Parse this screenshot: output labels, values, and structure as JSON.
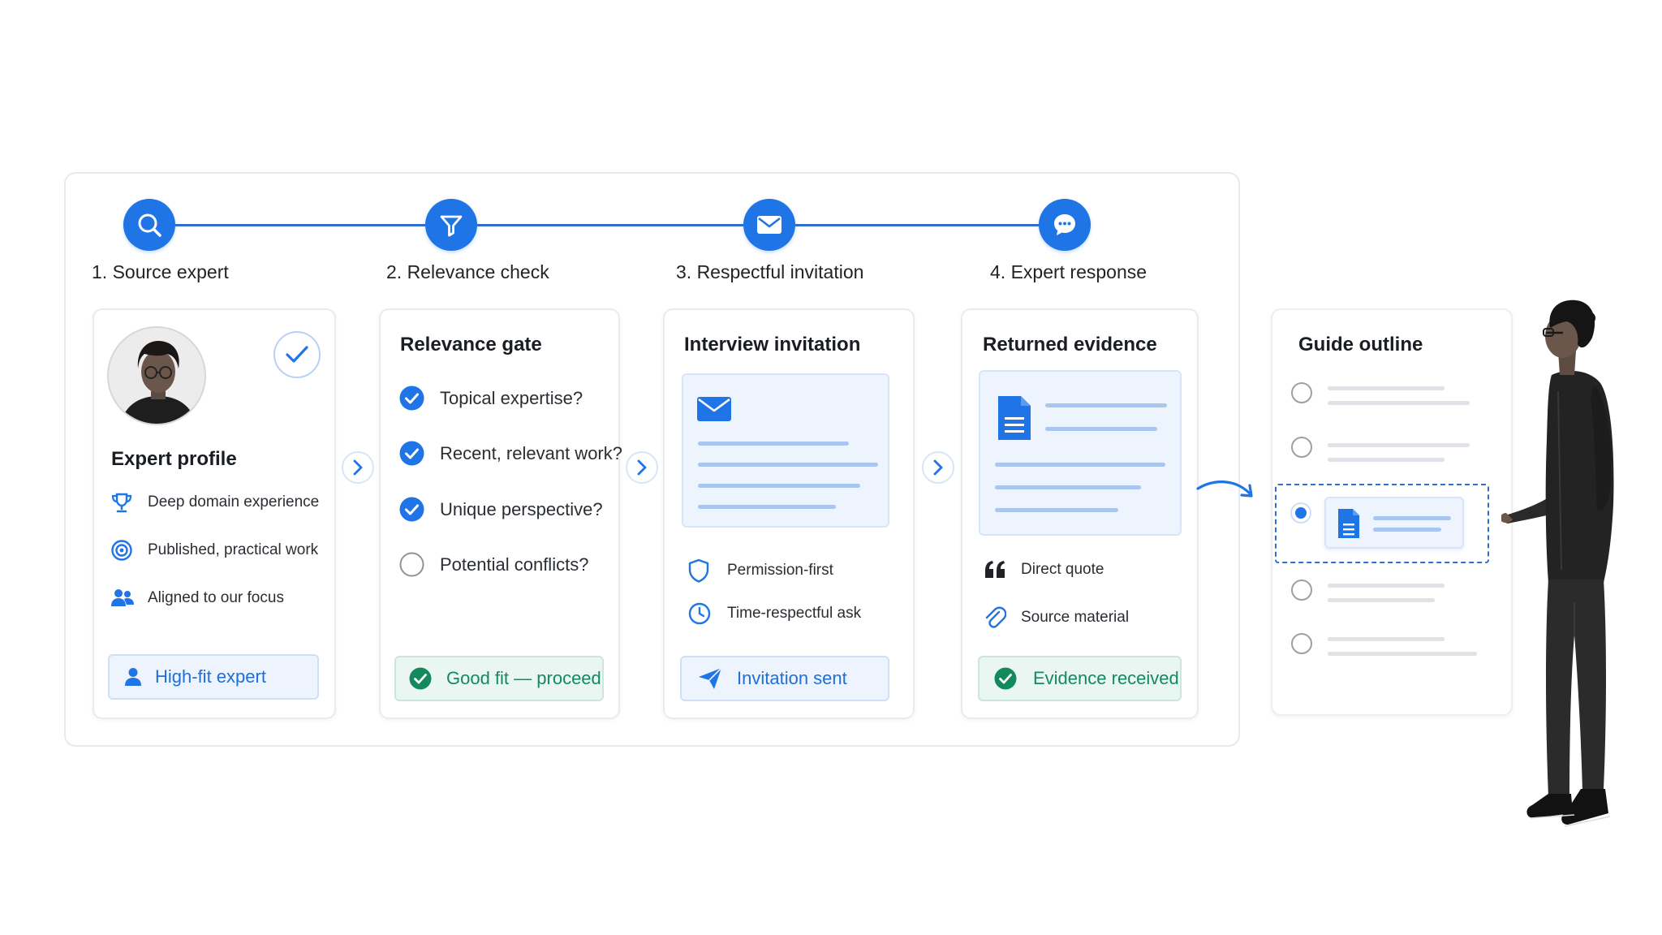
{
  "steps": [
    {
      "title": "1. Source expert",
      "icon": "search-icon"
    },
    {
      "title": "2. Relevance check",
      "icon": "filter-icon"
    },
    {
      "title": "3. Respectful invitation",
      "icon": "envelope-icon"
    },
    {
      "title": "4. Expert response",
      "icon": "chat-bubble-icon"
    }
  ],
  "card1": {
    "title": "Expert profile",
    "items": [
      {
        "label": "Deep domain experience",
        "icon": "trophy-icon"
      },
      {
        "label": "Published, practical work",
        "icon": "target-icon"
      },
      {
        "label": "Aligned to our focus",
        "icon": "people-icon"
      }
    ],
    "badge": "High-fit expert"
  },
  "card2": {
    "title": "Relevance gate",
    "checks": [
      {
        "label": "Topical expertise?",
        "checked": true
      },
      {
        "label": "Recent, relevant work?",
        "checked": true
      },
      {
        "label": "Unique perspective?",
        "checked": true
      },
      {
        "label": "Potential conflicts?",
        "checked": false
      }
    ],
    "badge": "Good fit — proceed"
  },
  "card3": {
    "title": "Interview invitation",
    "items": [
      {
        "label": "Permission-first",
        "icon": "shield-icon"
      },
      {
        "label": "Time-respectful ask",
        "icon": "clock-icon"
      }
    ],
    "badge": "Invitation sent"
  },
  "card4": {
    "title": "Returned evidence",
    "items": [
      {
        "label": "Direct quote",
        "icon": "quote-icon"
      },
      {
        "label": "Source material",
        "icon": "paperclip-icon"
      }
    ],
    "badge": "Evidence received"
  },
  "outline": {
    "title": "Guide outline",
    "selected_index": 2
  },
  "colors": {
    "accent": "#1f74e6",
    "success": "#15895e",
    "line": "#2f6fd0"
  }
}
